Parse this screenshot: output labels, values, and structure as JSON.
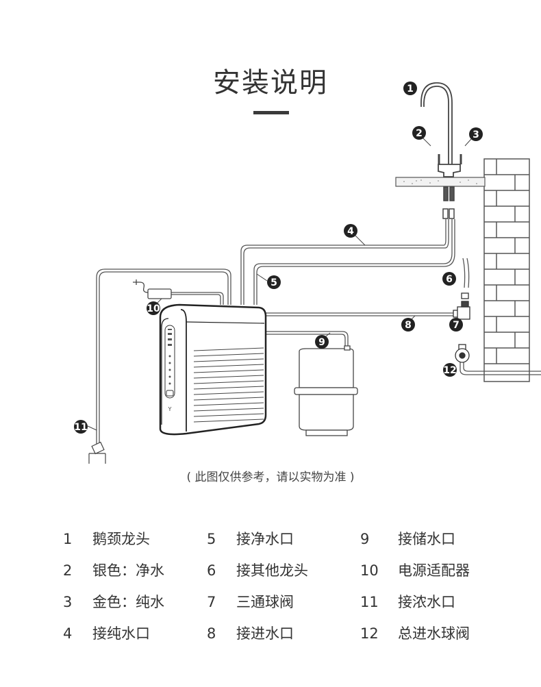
{
  "title": "安装说明",
  "caption": "( 此图仅供参考，请以实物为准 )",
  "markers": [
    {
      "num": "1",
      "label": "鹅颈龙头"
    },
    {
      "num": "2",
      "label": "银色：净水"
    },
    {
      "num": "3",
      "label": "金色：纯水"
    },
    {
      "num": "4",
      "label": "接纯水口"
    },
    {
      "num": "5",
      "label": "接净水口"
    },
    {
      "num": "6",
      "label": "接其他龙头"
    },
    {
      "num": "7",
      "label": "三通球阀"
    },
    {
      "num": "8",
      "label": "接进水口"
    },
    {
      "num": "9",
      "label": "接储水口"
    },
    {
      "num": "10",
      "label": "电源适配器"
    },
    {
      "num": "11",
      "label": "接浓水口"
    },
    {
      "num": "12",
      "label": "总进水球阀"
    }
  ],
  "colors": {
    "line": "#3a3a3a",
    "marker": "#222222",
    "text": "#333333"
  }
}
